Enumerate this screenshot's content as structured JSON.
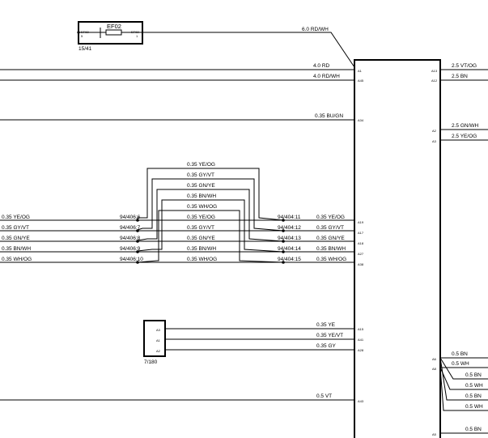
{
  "fuse": {
    "name": "EF02",
    "pin_left_top": "EF02",
    "pin_left_num": "5",
    "pin_right_top": "EF02",
    "pin_right_num": "1",
    "ref": "15/41"
  },
  "wires": {
    "fuse_out": "6.0 RD/WH",
    "a1": "4.0 RD",
    "a45": "4.0 RD/WH",
    "a34": "0.35 BU/GN",
    "right_a13": "2.5 VT/OG",
    "right_a12": "2.5 BN",
    "right_a2": "2.5 GN/WH",
    "right_a3": "2.5 YE/OG",
    "left_bus": [
      "0.35 YE/OG",
      "0.35 GY/VT",
      "0.35 GN/YE",
      "0.35 BN/WH",
      "0.35 WH/OG"
    ],
    "loop_top": [
      "0.35 YE/OG",
      "0.35 GY/VT",
      "0.35 GN/YE",
      "0.35 BN/WH",
      "0.35 WH/OG"
    ],
    "mid_bus": [
      "0.35 YE/OG",
      "0.35 GY/VT",
      "0.35 GN/YE",
      "0.35 BN/WH",
      "0.35 WH/OG"
    ],
    "right_bus": [
      "0.35 YE/OG",
      "0.35 GY/VT",
      "0.35 GN/YE",
      "0.35 BN/WH",
      "0.35 WH/OG"
    ],
    "a15": "0.35 YE",
    "a41": "0.35 YE/VT",
    "a28": "0.35 GY",
    "a43": "0.5 VT",
    "a6_list": [
      "0.5 BN",
      "0.5 WH",
      "0.5 BN",
      "0.5 WH",
      "0.5 BN",
      "0.5 WH"
    ],
    "a5": "0.5 BN"
  },
  "splices_left": [
    "94/406:6",
    "94/406:7",
    "94/406:8",
    "94/406:9",
    "94/406:10"
  ],
  "splices_right": [
    "94/404:11",
    "94/404:12",
    "94/404:13",
    "94/404:14",
    "94/404:15"
  ],
  "module_pins_left": [
    "A1",
    "A45",
    "A34",
    "A19",
    "A17",
    "A18",
    "A27",
    "A38",
    "A15",
    "A41",
    "A28",
    "A43"
  ],
  "module_pins_right": [
    "A13",
    "A12",
    "A2",
    "A3",
    "A6",
    "A8",
    "A5"
  ],
  "sensor": {
    "pins": [
      "A3",
      "A1",
      "A2"
    ],
    "ref": "7/180"
  }
}
